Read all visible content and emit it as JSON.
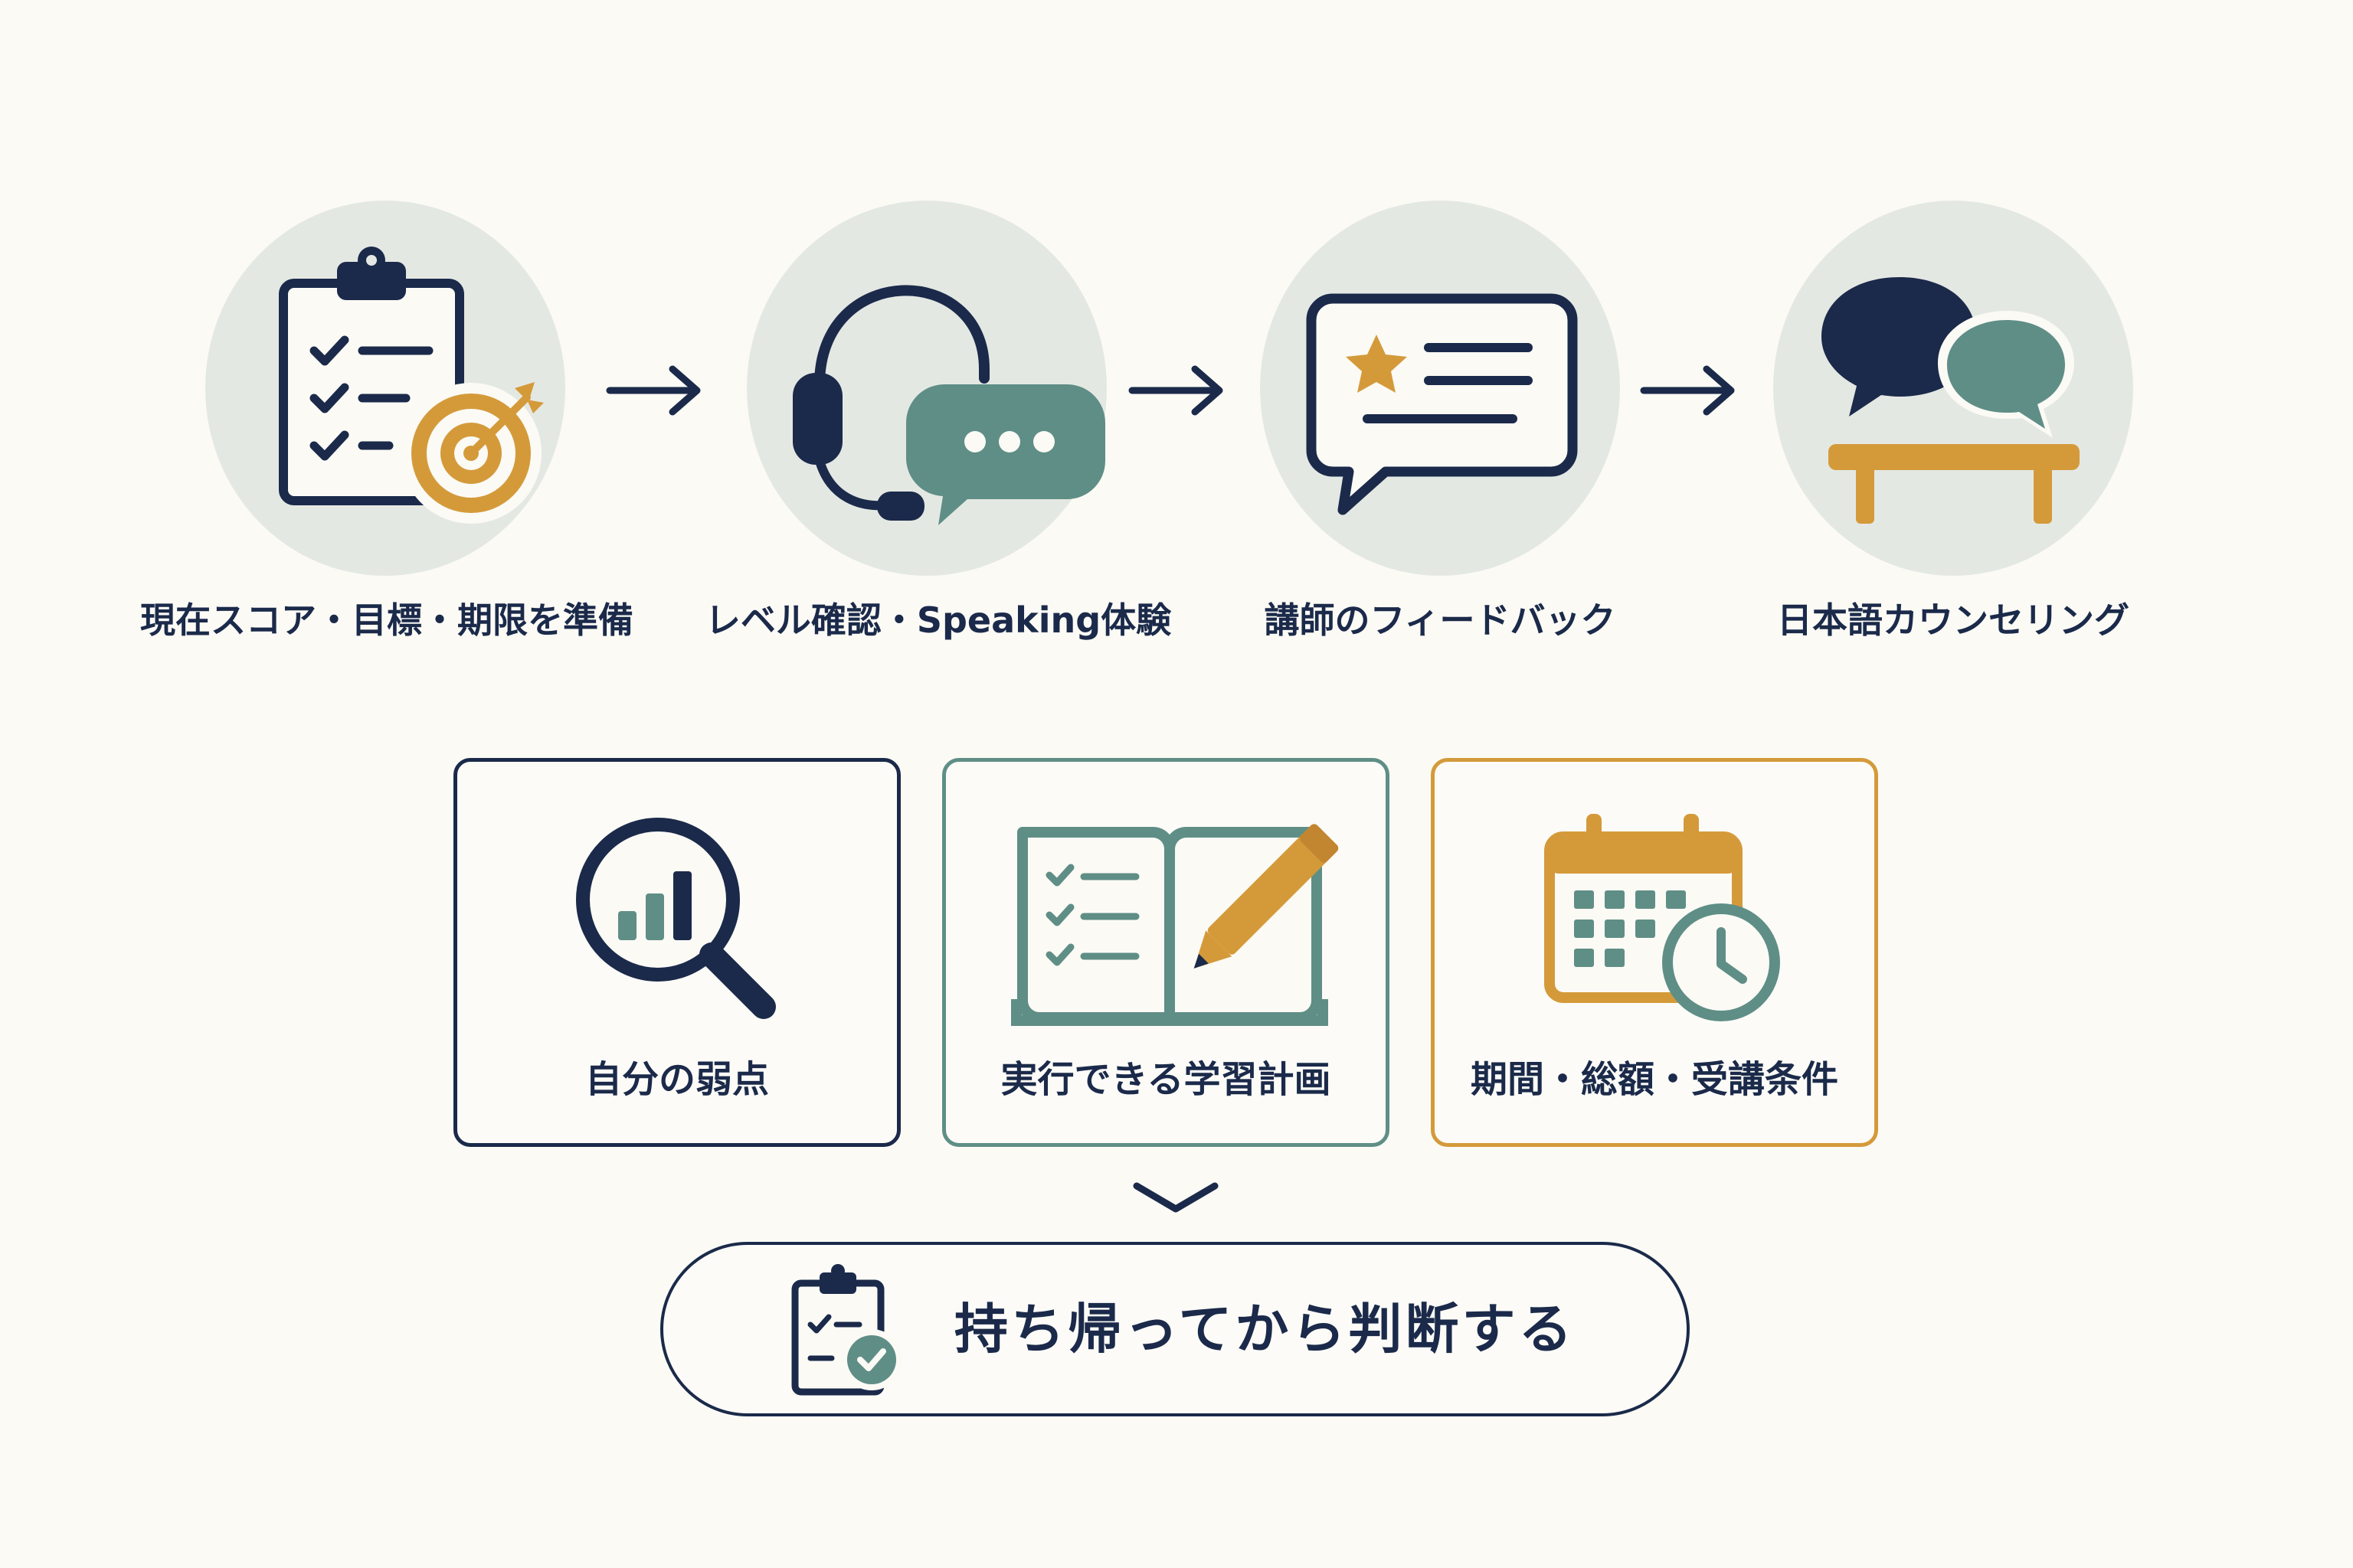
{
  "steps": [
    {
      "label": "現在スコア・目標・期限を準備",
      "icon": "clipboard-target-icon"
    },
    {
      "label": "レベル確認・Speaking体験",
      "icon": "headset-chat-icon"
    },
    {
      "label": "講師のフィードバック",
      "icon": "feedback-star-icon"
    },
    {
      "label": "日本語カウンセリング",
      "icon": "counseling-speech-bubbles-icon"
    }
  ],
  "outcomes": [
    {
      "label": "自分の弱点",
      "icon": "magnifier-chart-icon",
      "border_color": "#1b2a4a"
    },
    {
      "label": "実行できる学習計画",
      "icon": "notebook-pencil-icon",
      "border_color": "#5f8e86"
    },
    {
      "label": "期間・総額・受講条件",
      "icon": "calendar-clock-icon",
      "border_color": "#d49a3a"
    }
  ],
  "result": {
    "label": "持ち帰ってから判断する",
    "icon": "clipboard-check-icon"
  },
  "colors": {
    "navy": "#1b2a4a",
    "teal": "#5f8e86",
    "gold": "#d49a3a",
    "circle_bg": "#e4e8e3",
    "background": "#fbfaf5"
  }
}
